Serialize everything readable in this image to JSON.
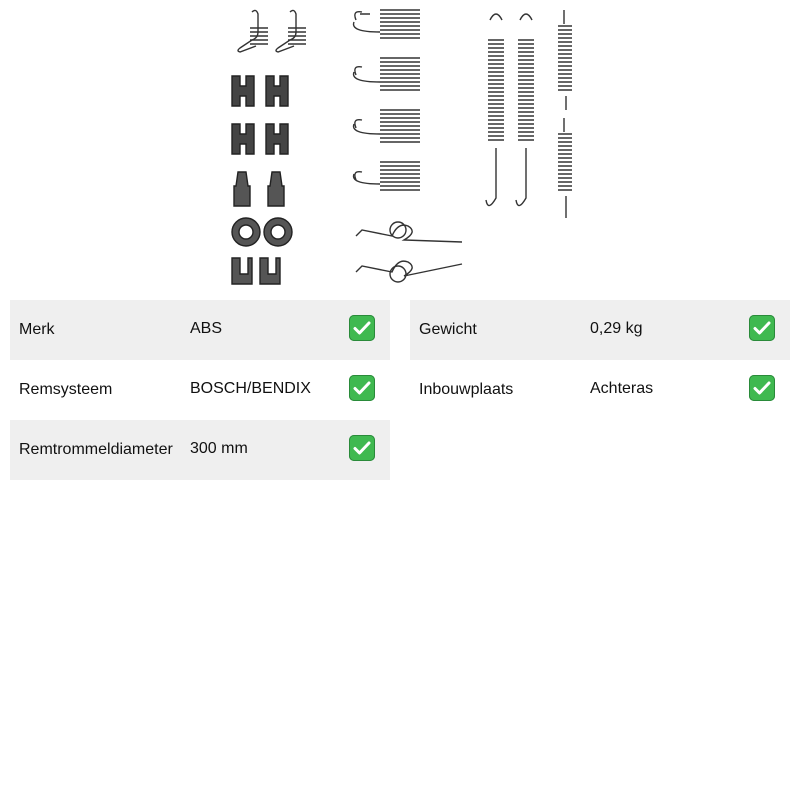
{
  "product": {
    "image_icon": "brake-hardware-kit-image"
  },
  "specs": {
    "left": [
      {
        "label": "Merk",
        "value": "ABS"
      },
      {
        "label": "Remsysteem",
        "value": "BOSCH/BENDIX"
      },
      {
        "label": "Remtrommeldiameter",
        "value": "300 mm"
      }
    ],
    "right": [
      {
        "label": "Gewicht",
        "value": "0,29 kg"
      },
      {
        "label": "Inbouwplaats",
        "value": "Achteras"
      }
    ]
  },
  "colors": {
    "row_shade": "#efefef",
    "check_green": "#3fb950"
  },
  "icons": {
    "check": "check-mark-icon"
  }
}
